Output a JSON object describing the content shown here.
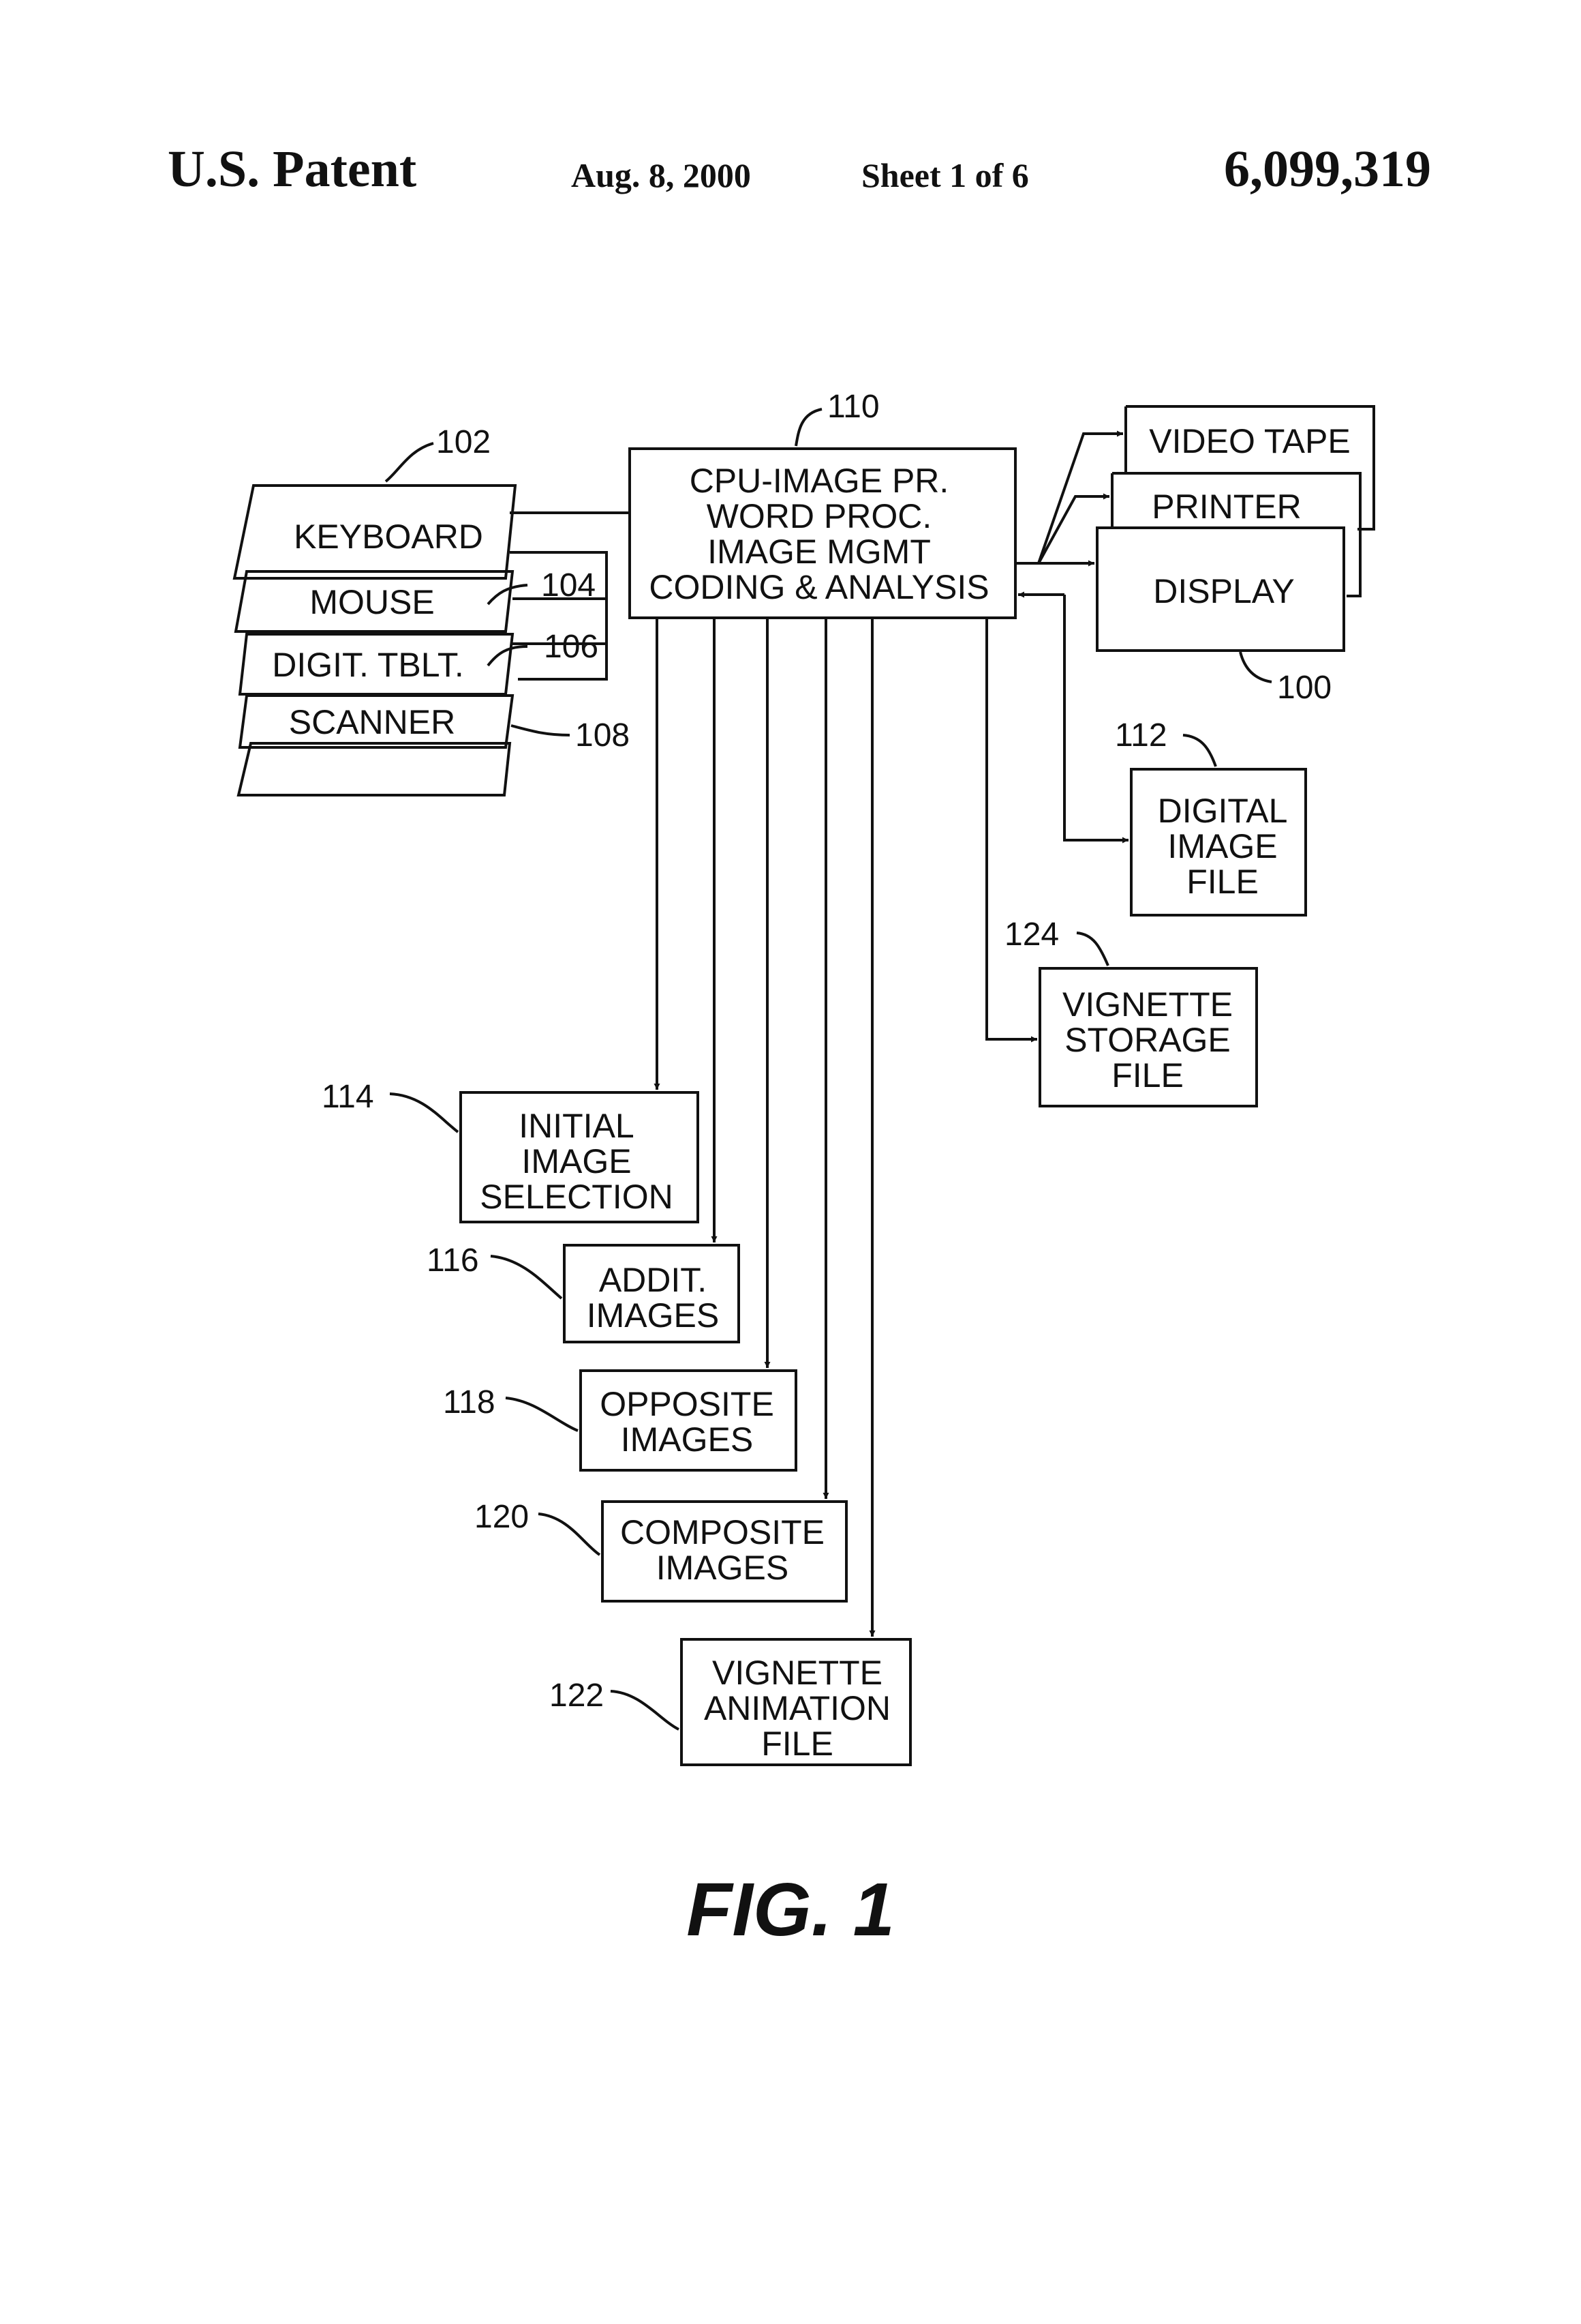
{
  "header": {
    "title": "U.S. Patent",
    "date": "Aug. 8, 2000",
    "sheet": "Sheet 1 of 6",
    "number": "6,099,319"
  },
  "figure_label": "FIG. 1",
  "inputs": {
    "keyboard": "KEYBOARD",
    "mouse": "MOUSE",
    "tablet": "DIGIT. TBLT.",
    "scanner": "SCANNER"
  },
  "cpu": {
    "lines": [
      "CPU-IMAGE PR.",
      "WORD PROC.",
      "IMAGE MGMT",
      "CODING & ANALYSIS"
    ]
  },
  "outputs": {
    "video_tape": "VIDEO TAPE",
    "printer": "PRINTER",
    "display": "DISPLAY"
  },
  "files": {
    "digital_image": [
      "DIGITAL",
      "IMAGE",
      "FILE"
    ],
    "vignette_storage": [
      "VIGNETTE",
      "STORAGE",
      "FILE"
    ],
    "initial_selection": [
      "INITIAL",
      "IMAGE",
      "SELECTION"
    ],
    "additional": [
      "ADDIT.",
      "IMAGES"
    ],
    "opposite": [
      "OPPOSITE",
      "IMAGES"
    ],
    "composite": [
      "COMPOSITE",
      "IMAGES"
    ],
    "vignette_animation": [
      "VIGNETTE",
      "ANIMATION",
      "FILE"
    ]
  },
  "refs": {
    "r100": "100",
    "r102": "102",
    "r104": "104",
    "r106": "106",
    "r108": "108",
    "r110": "110",
    "r112": "112",
    "r114": "114",
    "r116": "116",
    "r118": "118",
    "r120": "120",
    "r122": "122",
    "r124": "124"
  }
}
